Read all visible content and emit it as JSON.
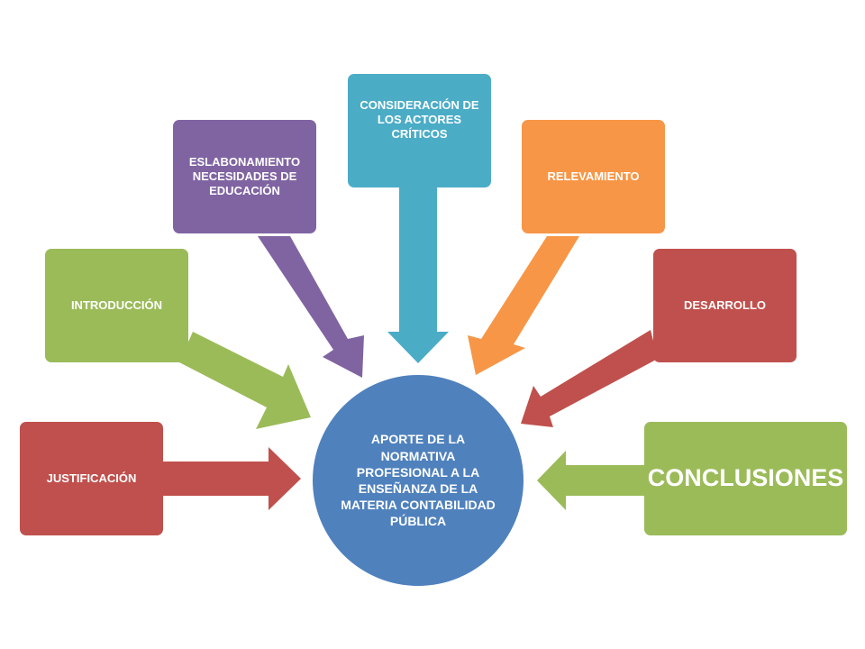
{
  "center": {
    "label": "APORTE DE LA NORMATIVA PROFESIONAL A LA ENSEÑANZA DE LA MATERIA CONTABILIDAD PÚBLICA",
    "color": "#4F81BD"
  },
  "nodes": [
    {
      "id": "justificacion",
      "label": "JUSTIFICACIÓN",
      "color": "#C0504D",
      "arrow_color": "#C0504D"
    },
    {
      "id": "introduccion",
      "label": "INTRODUCCIÓN",
      "color": "#9BBB59",
      "arrow_color": "#9BBB59"
    },
    {
      "id": "eslabonamiento",
      "label": "ESLABONAMIENTO NECESIDADES DE EDUCACIÓN",
      "color": "#8064A2",
      "arrow_color": "#8064A2"
    },
    {
      "id": "consideracion",
      "label": "CONSIDERACIÓN DE LOS ACTORES CRÍTICOS",
      "color": "#4BACC6",
      "arrow_color": "#4BACC6"
    },
    {
      "id": "relevamiento",
      "label": "RELEVAMIENTO",
      "color": "#F79646",
      "arrow_color": "#F79646"
    },
    {
      "id": "desarrollo",
      "label": "DESARROLLO",
      "color": "#C0504D",
      "arrow_color": "#C0504D"
    },
    {
      "id": "conclusiones",
      "label": "CONCLUSIONES",
      "color": "#9BBB59",
      "arrow_color": "#9BBB59"
    }
  ]
}
